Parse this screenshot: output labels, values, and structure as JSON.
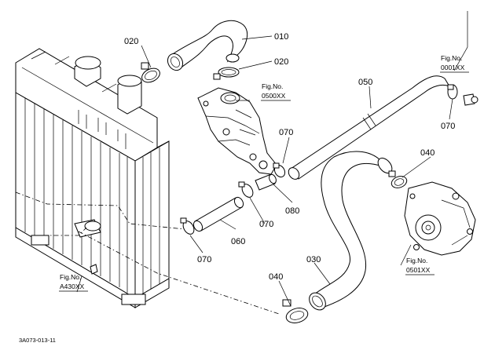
{
  "part_numbers": {
    "p010": "010",
    "p020_left": "020",
    "p020_right": "020",
    "p030": "030",
    "p040_top": "040",
    "p040_bottom": "040",
    "p050": "050",
    "p060": "060",
    "p070_top_right": "070",
    "p070_mid": "070",
    "p070_center": "070",
    "p070_left": "070",
    "p080": "080"
  },
  "figure_refs": {
    "thermostat": {
      "label": "Fig.No.",
      "code": "0500XX"
    },
    "top_right": {
      "label": "Fig.No.",
      "code": "0001XX"
    },
    "water_pump": {
      "label": "Fig.No.",
      "code": "0501XX"
    },
    "radiator": {
      "label": "Fig.No.",
      "code": "A430XX"
    }
  },
  "diagram_id": "3A073-013-11"
}
